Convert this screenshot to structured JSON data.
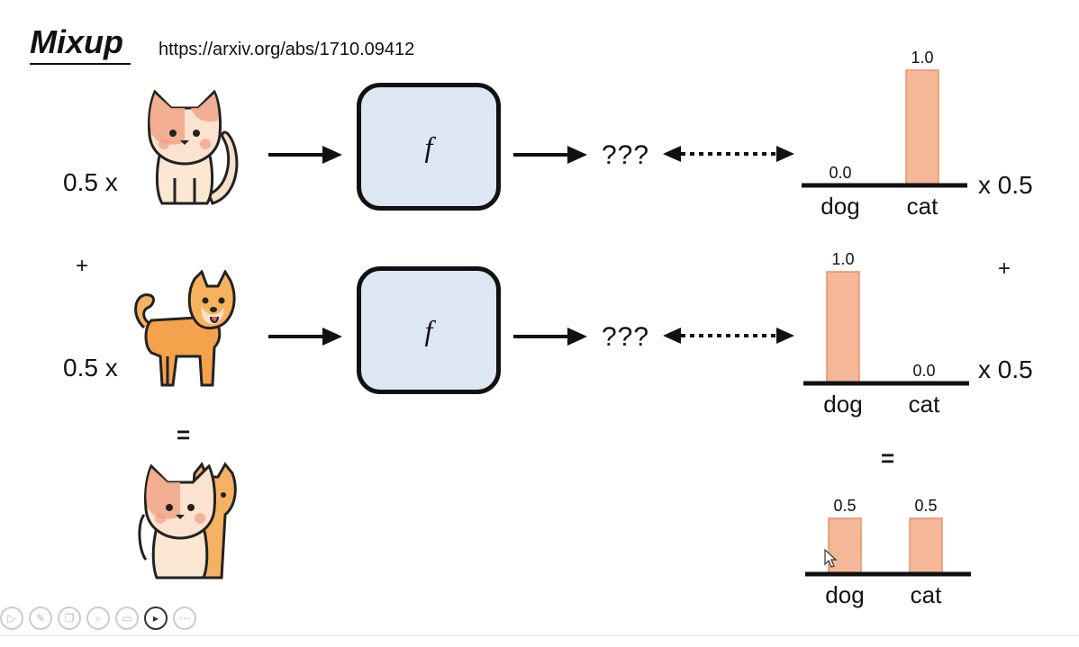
{
  "title": "Mixup",
  "url": "https://arxiv.org/abs/1710.09412",
  "left": {
    "coef_top": "0.5 x",
    "coef_bottom": "0.5 x",
    "plus": "+",
    "equals": "=",
    "cat_icon": "cat-icon",
    "dog_icon": "dog-icon",
    "mixed_icon": "cat-dog-mix-icon"
  },
  "model": {
    "label": "f"
  },
  "output": {
    "unknown": "???"
  },
  "right": {
    "scale_top": "x 0.5",
    "scale_bottom": "x 0.5",
    "plus": "+",
    "equals": "="
  },
  "colors": {
    "bar": "#f4b898",
    "bar_edge": "#e8906a",
    "box_fill": "#dde7f4"
  },
  "chart_data": [
    {
      "type": "bar",
      "categories": [
        "dog",
        "cat"
      ],
      "values": [
        0.0,
        1.0
      ],
      "labels": [
        "0.0",
        "1.0"
      ],
      "ylim": [
        0,
        1.0
      ]
    },
    {
      "type": "bar",
      "categories": [
        "dog",
        "cat"
      ],
      "values": [
        1.0,
        0.0
      ],
      "labels": [
        "1.0",
        "0.0"
      ],
      "ylim": [
        0,
        1.0
      ]
    },
    {
      "type": "bar",
      "categories": [
        "dog",
        "cat"
      ],
      "values": [
        0.5,
        0.5
      ],
      "labels": [
        "0.5",
        "0.5"
      ],
      "ylim": [
        0,
        1.0
      ]
    }
  ],
  "toolbar": {
    "icons": [
      "play-icon",
      "pen-icon",
      "copy-icon",
      "zoom-icon",
      "subtitle-icon",
      "camera-icon",
      "more-icon"
    ]
  }
}
